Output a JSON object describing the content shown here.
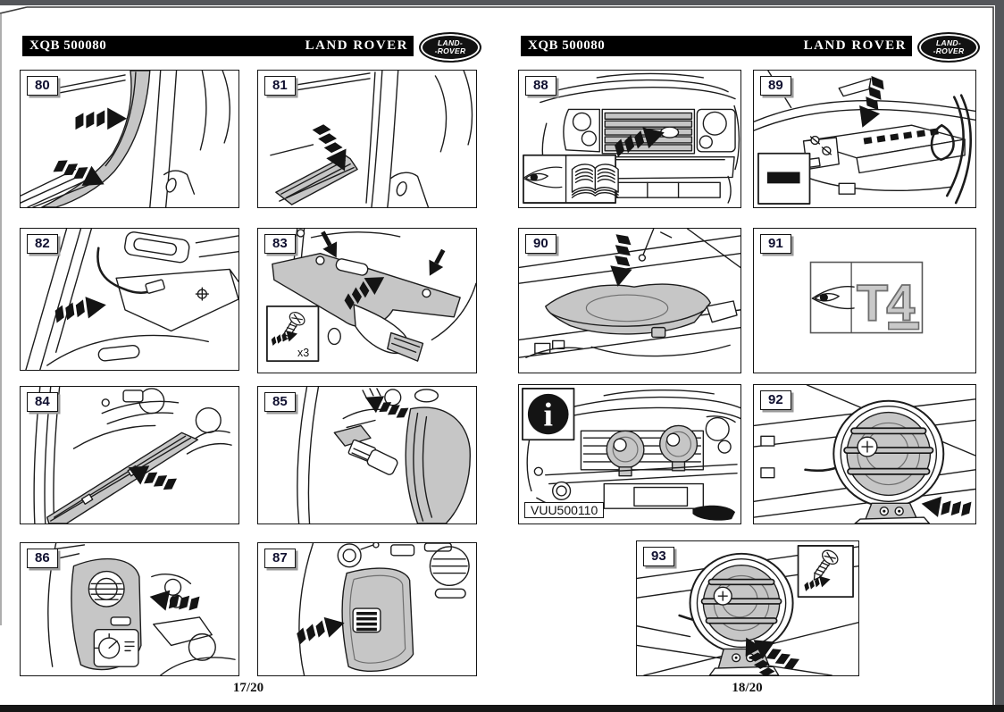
{
  "document": {
    "type": "fitting-instruction-sheet",
    "colors": {
      "header_bg": "#000000",
      "panel_fill": "#c6c6c6",
      "page_bg": "#ffffff",
      "scan_margin": "#54565a"
    },
    "icons": {
      "view": "eye-view-direction-icon",
      "handbook": "open-book-icon",
      "info": "info-icon",
      "battery_negative": "negative-terminal-icon",
      "screw": "screw-icon",
      "logo": "land-rover-oval-logo"
    }
  },
  "logo": {
    "line1": "LAND-",
    "line2": "-ROVER"
  },
  "pages": [
    {
      "part_number": "XQB 500080",
      "brand": "LAND ROVER",
      "page_number": "17/20",
      "panels": [
        {
          "number": "80"
        },
        {
          "number": "81"
        },
        {
          "number": "82"
        },
        {
          "number": "83",
          "note": "x3"
        },
        {
          "number": "84"
        },
        {
          "number": "85"
        },
        {
          "number": "86"
        },
        {
          "number": "87"
        }
      ]
    },
    {
      "part_number": "XQB 500080",
      "brand": "LAND ROVER",
      "page_number": "18/20",
      "panels": [
        {
          "number": "88"
        },
        {
          "number": "89"
        },
        {
          "number": "90"
        },
        {
          "number": "91",
          "tool_label": "T4"
        },
        {
          "number": "",
          "part_label": "VUU500110",
          "info_glyph": "i"
        },
        {
          "number": "92"
        },
        {
          "number": "93"
        }
      ]
    }
  ]
}
